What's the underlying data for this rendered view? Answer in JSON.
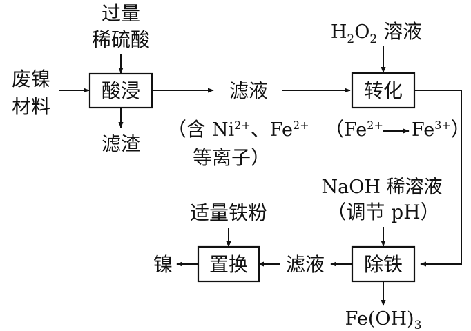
{
  "boxes": {
    "acid_leach": "酸浸",
    "convert": "转化",
    "remove_iron": "除铁",
    "replace": "置换"
  },
  "inputs": {
    "acid_line1": "过量",
    "acid_line2": "稀硫酸",
    "feed_line1": "废镍",
    "feed_line2": "材料",
    "peroxide": "H2O2 溶液",
    "naoh_line1": "NaOH 稀溶液",
    "naoh_line2": "（调节 pH）",
    "iron_powder": "适量铁粉"
  },
  "products": {
    "residue": "滤渣",
    "filtrate_1": "滤液",
    "filtrate_2": "滤液",
    "nickel": "镍",
    "precipitate": "Fe(OH)3"
  },
  "notes": {
    "ions_line1": "（含 Ni2+、Fe2+",
    "ions_line2": "等离子）",
    "oxidation": "（Fe2+→Fe3+）"
  }
}
